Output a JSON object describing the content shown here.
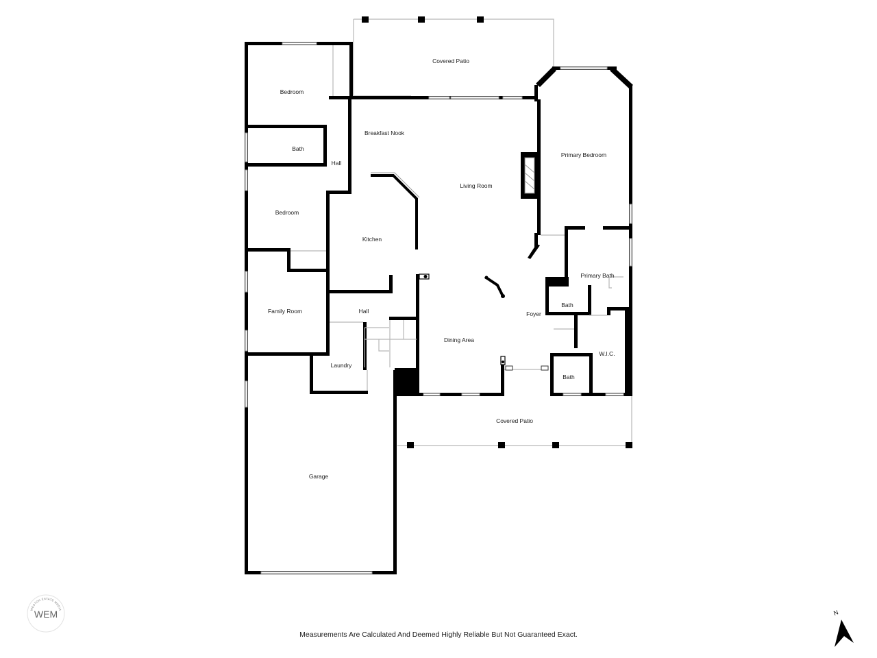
{
  "rooms": {
    "covered_patio_top": "Covered Patio",
    "bedroom_1": "Bedroom",
    "breakfast_nook": "Breakfast Nook",
    "bath_1": "Bath",
    "hall_1": "Hall",
    "primary_bedroom": "Primary Bedroom",
    "living_room": "Living Room",
    "bedroom_2": "Bedroom",
    "kitchen": "Kitchen",
    "primary_bath": "Primary Bath",
    "bath_2": "Bath",
    "family_room": "Family Room",
    "hall_2": "Hall",
    "foyer": "Foyer",
    "dining_area": "Dining Area",
    "wic": "W.I.C.",
    "laundry": "Laundry",
    "bath_3": "Bath",
    "covered_patio_bottom": "Covered Patio",
    "garage": "Garage"
  },
  "disclaimer": "Measurements Are Calculated And Deemed Highly Reliable But Not Guaranteed Exact.",
  "logo": {
    "monogram": "WEM",
    "ring_text": "WESTON ESTATE MEDIA"
  },
  "compass": {
    "label": "N",
    "icon": "north-arrow-icon"
  },
  "colors": {
    "walls": "#000000",
    "background": "#ffffff",
    "text": "#1a1a1a"
  }
}
